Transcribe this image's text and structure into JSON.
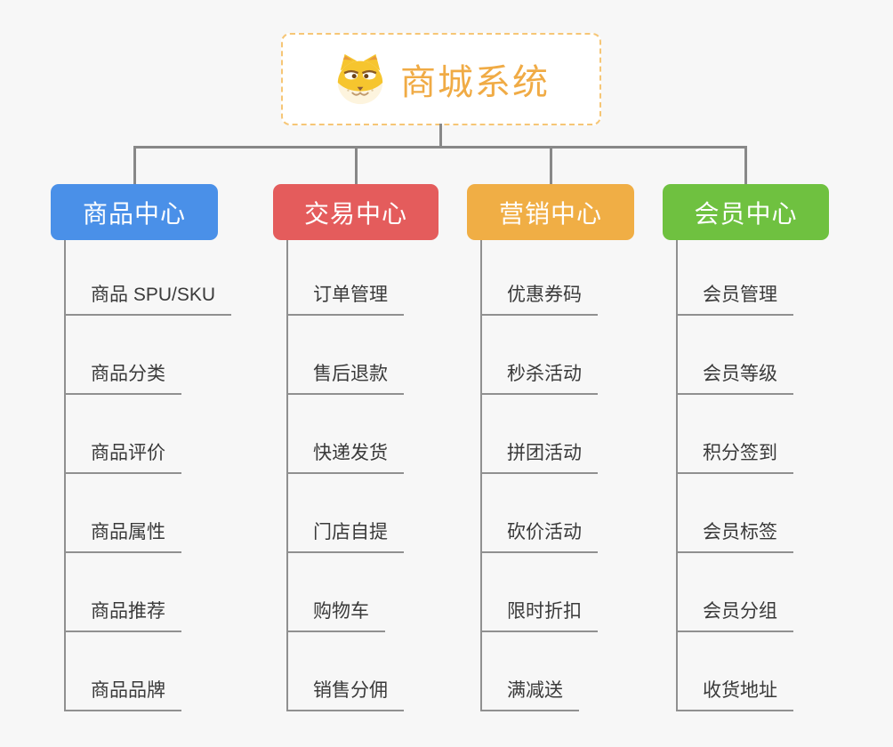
{
  "page": {
    "background_color": "#f7f7f7",
    "connector_color": "#888888",
    "underline_color": "#909090",
    "item_text_color": "#3a3a3a"
  },
  "root": {
    "title": "商城系统",
    "icon": "shiba-dog-icon",
    "title_color": "#f0ab45",
    "border_color": "#f6c676"
  },
  "branches": [
    {
      "label": "商品中心",
      "color": "#4a90e8",
      "children": [
        "商品 SPU/SKU",
        "商品分类",
        "商品评价",
        "商品属性",
        "商品推荐",
        "商品品牌"
      ]
    },
    {
      "label": "交易中心",
      "color": "#e45c5c",
      "children": [
        "订单管理",
        "售后退款",
        "快递发货",
        "门店自提",
        "购物车",
        "销售分佣"
      ]
    },
    {
      "label": "营销中心",
      "color": "#f0ae45",
      "children": [
        "优惠券码",
        "秒杀活动",
        "拼团活动",
        "砍价活动",
        "限时折扣",
        "满减送"
      ]
    },
    {
      "label": "会员中心",
      "color": "#6fc140",
      "children": [
        "会员管理",
        "会员等级",
        "积分签到",
        "会员标签",
        "会员分组",
        "收货地址"
      ]
    }
  ]
}
